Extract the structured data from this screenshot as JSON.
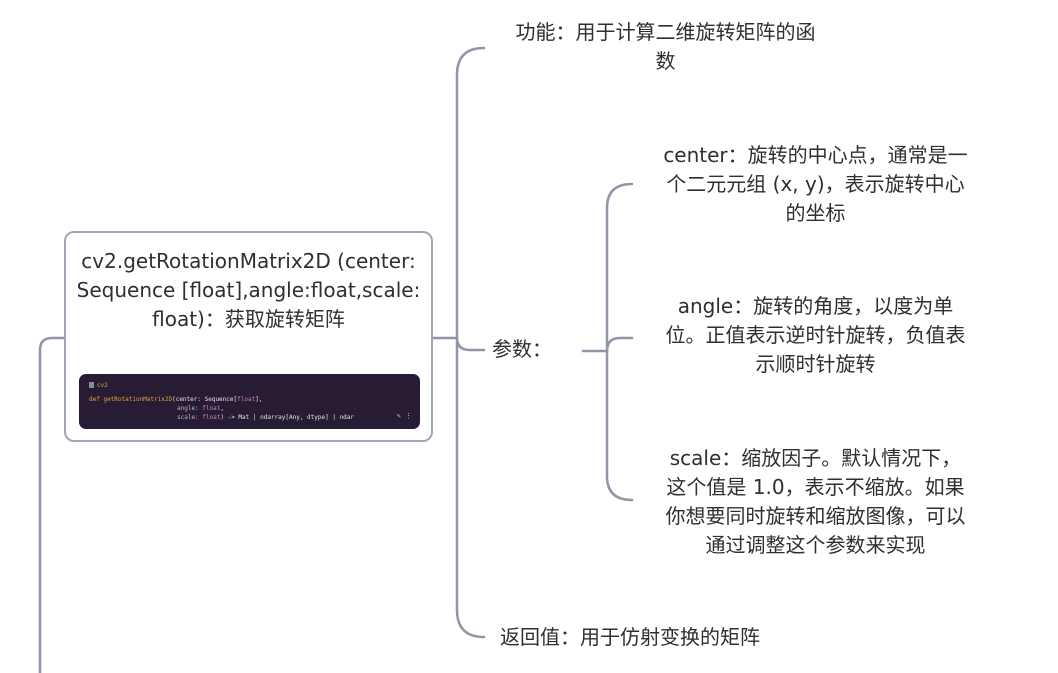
{
  "root": {
    "title": "cv2.getRotationMatrix2D (center:Sequence [float],angle:float,scale:float)：获取旋转矩阵",
    "code_block": {
      "header": "cv2",
      "line1_kw": "def ",
      "line1_fn": "getRotationMatrix2D",
      "line1_rest": "(center: Sequence[",
      "line1_ty": "float",
      "line1_end": "],",
      "line2_key": "angle: ",
      "line2_ty": "float",
      "line2_end": ",",
      "line3_key": "scale: ",
      "line3_ty": "float",
      "line3_end": ") -> Mat | ndarray[Any, dtype] | ndar",
      "actions": "✎ ⋮"
    }
  },
  "branches": {
    "function": {
      "line1": "功能：用于计算二维旋转矩阵的函",
      "line2": "数"
    },
    "params": {
      "label": "参数：",
      "items": [
        {
          "line1": "center：旋转的中心点，通常是一",
          "line2": "个二元元组 (x, y)，表示旋转中心",
          "line3": "的坐标"
        },
        {
          "line1": "angle：旋转的角度，以度为单",
          "line2": "位。正值表示逆时针旋转，负值表",
          "line3": "示顺时针旋转"
        },
        {
          "line1": "scale：缩放因子。默认情况下，",
          "line2": "这个值是 1.0，表示不缩放。如果",
          "line3": "你想要同时旋转和缩放图像，可以",
          "line4": "通过调整这个参数来实现"
        }
      ]
    },
    "returns": {
      "label": "返回值：用于仿射变换的矩阵"
    }
  },
  "colors": {
    "connector": "#8e96a8",
    "node_border": "#a0a7b8",
    "code_bg": "#271c33",
    "text": "#2f2f2f"
  }
}
